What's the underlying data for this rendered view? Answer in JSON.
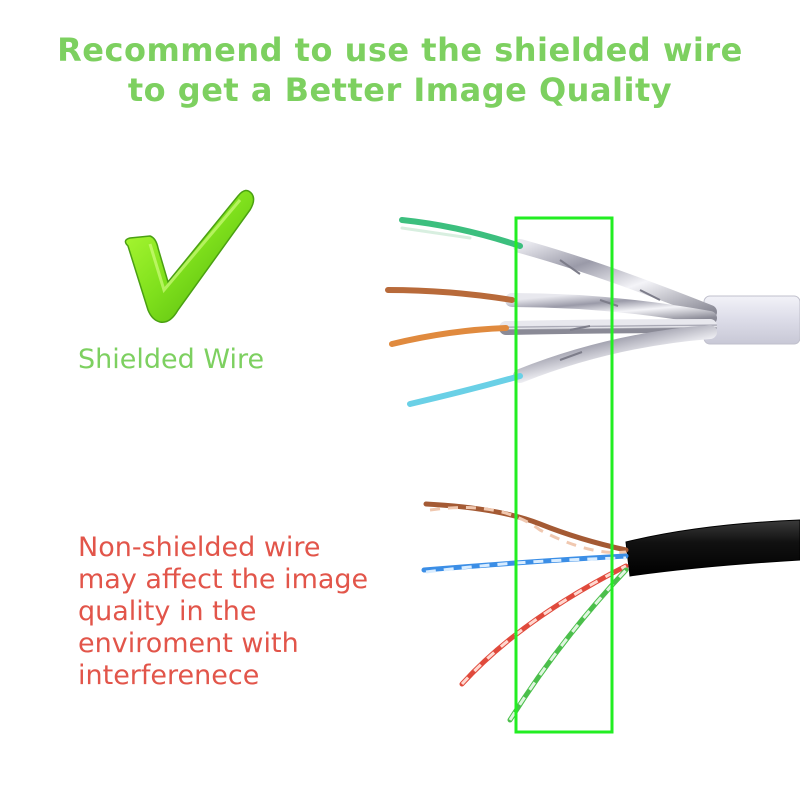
{
  "headline": {
    "line1": "Recommend to use the shielded wire",
    "line2": "to get a Better Image Quality"
  },
  "shielded": {
    "label": "Shielded Wire",
    "icon": "checkmark-icon"
  },
  "non_shielded": {
    "lines": [
      "Non-shielded wire",
      "may affect the image",
      "quality in the",
      "enviroment with",
      "interferenece"
    ]
  },
  "colors": {
    "headline_green": "#7dd060",
    "warning_red": "#e2554a",
    "highlight_box": "#22ee22"
  }
}
